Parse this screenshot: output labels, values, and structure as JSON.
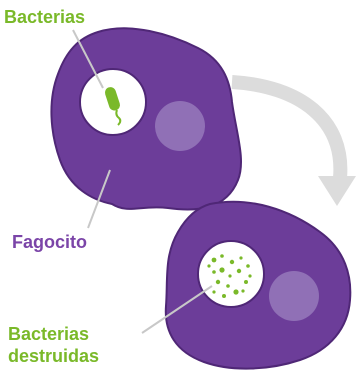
{
  "labels": {
    "bacteria": "Bacterias",
    "phagocyte": "Fagocito",
    "destroyed_line1": "Bacterias",
    "destroyed_line2": "destruidas"
  },
  "colors": {
    "cell_fill": "#6c3d99",
    "cell_stroke": "#4f2776",
    "nucleus": "#9070b6",
    "vacuole": "#ffffff",
    "bacteria": "#7ab929",
    "label_green": "#7ab929",
    "label_purple": "#7b45a8",
    "arrow": "#dcdcdc",
    "pointer_line": "#c8c8c8"
  }
}
